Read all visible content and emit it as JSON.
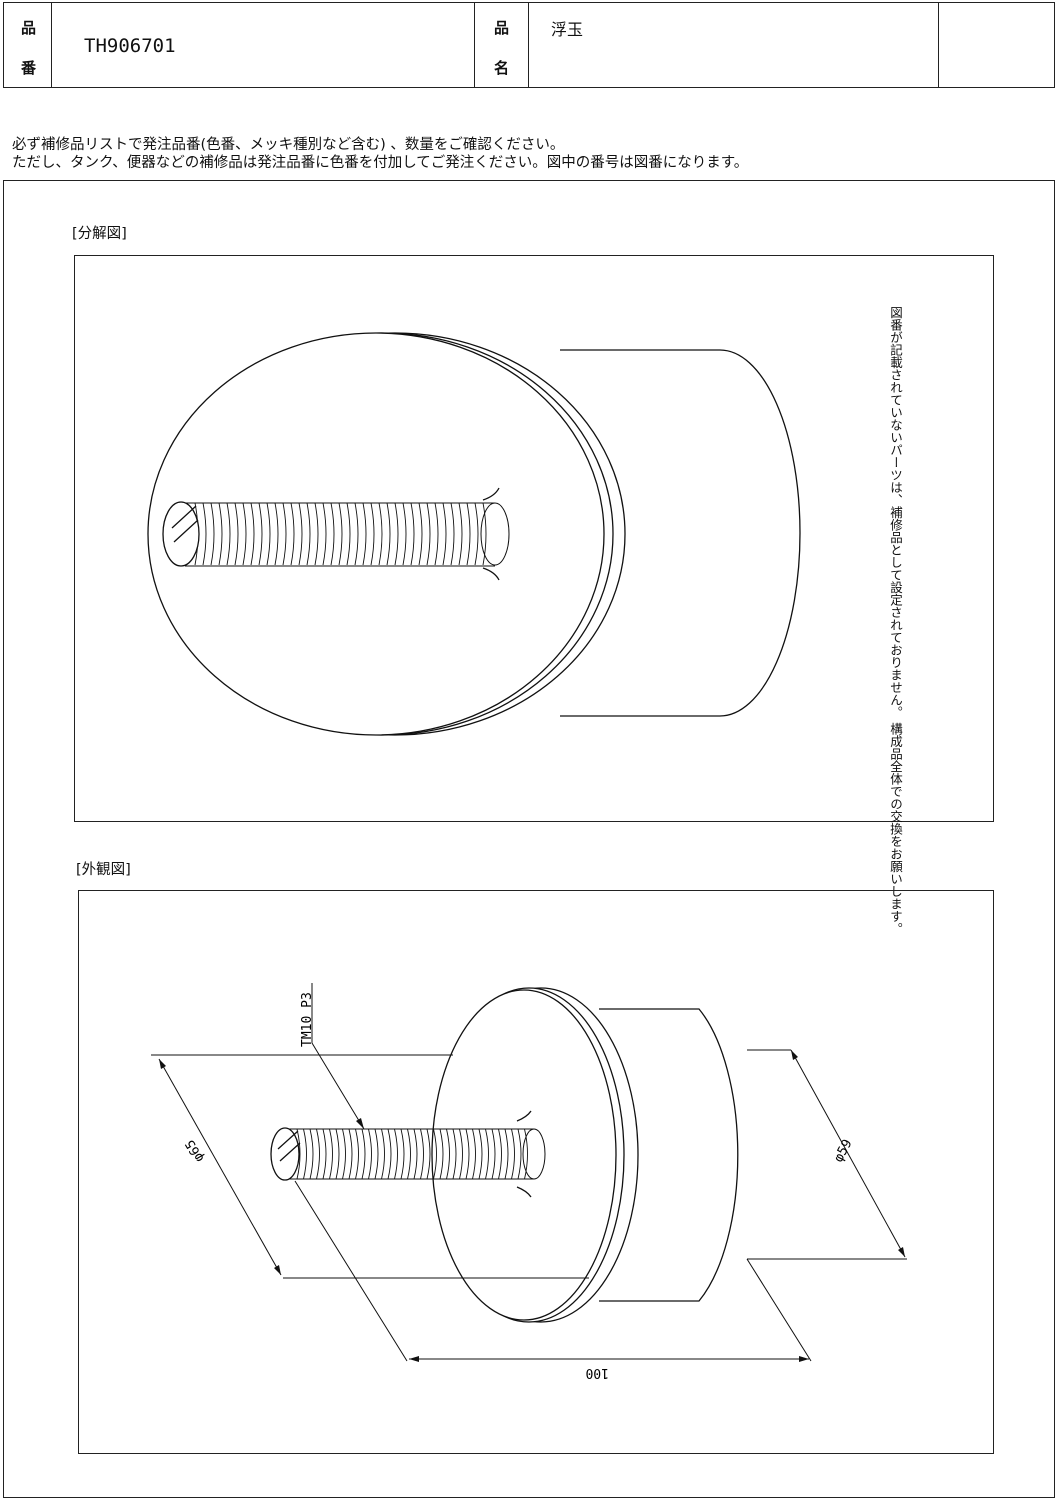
{
  "header": {
    "part_number_label_1": "品",
    "part_number_label_2": "番",
    "part_number": "TH906701",
    "part_name_label_1": "品",
    "part_name_label_2": "名",
    "part_name": "浮玉"
  },
  "notice": {
    "line1": "必ず補修品リストで発注品番(色番、メッキ種別など含む) 、数量をご確認ください。",
    "line2": "ただし、タンク、便器などの補修品は発注品番に色番を付加してご発注ください。図中の番号は図番になります。"
  },
  "exploded": {
    "label": "[分解図]",
    "note_line1": "図番が記載されていないパーツは、補修品として設定されておりません。",
    "note_line2": "構成品全体での交換をお願いします。"
  },
  "exterior": {
    "label": "[外観図]",
    "thread_label": "TM10 P3",
    "dim_diameter_large": "φ65",
    "dim_diameter_small": "φ59",
    "dim_length": "100"
  }
}
